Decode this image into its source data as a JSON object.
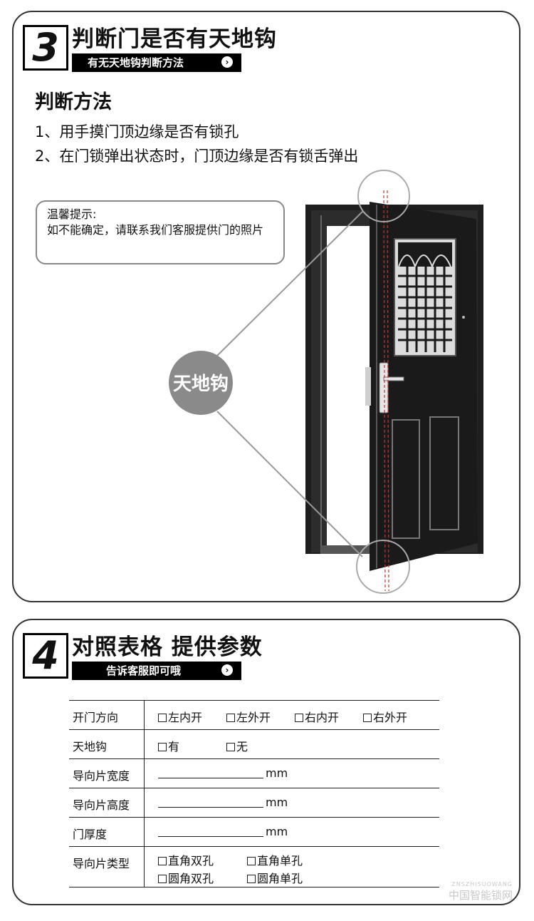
{
  "section3": {
    "number": "3",
    "title": "判断门是否有天地钩",
    "subtitle": "有无天地钩判断方法",
    "method_title": "判断方法",
    "steps": [
      "1、用手摸门顶边缘是否有锁孔",
      "2、在门锁弹出状态时，门顶边缘是否有锁舌弹出"
    ],
    "tip_title": "温馨提示:",
    "tip_text": "如不能确定，请联系我们客服提供门的照片",
    "callout_label": "天地钩"
  },
  "section4": {
    "number": "4",
    "title": "对照表格 提供参数",
    "subtitle": "告诉客服即可哦",
    "rows": [
      {
        "label": "开门方向",
        "options": [
          "左内开",
          "左外开",
          "右内开",
          "右外开"
        ]
      },
      {
        "label": "天地钩",
        "options": [
          "有",
          "无"
        ]
      },
      {
        "label": "导向片宽度",
        "unit": "mm"
      },
      {
        "label": "导向片高度",
        "unit": "mm"
      },
      {
        "label": "门厚度",
        "unit": "mm"
      },
      {
        "label": "导向片类型",
        "options": [
          "直角双孔",
          "直角单孔",
          "圆角双孔",
          "圆角单孔"
        ]
      }
    ]
  },
  "watermark": {
    "text": "中国智能锁网",
    "small": "ZNSZHISUOWANG"
  },
  "colors": {
    "callout_fill": "#8a8a8a",
    "guide_line": "#c0392b",
    "door": "#1e1e1e"
  },
  "icons": {
    "arrow": "chevron-right-circle-icon",
    "checkbox": "checkbox-empty-icon"
  }
}
